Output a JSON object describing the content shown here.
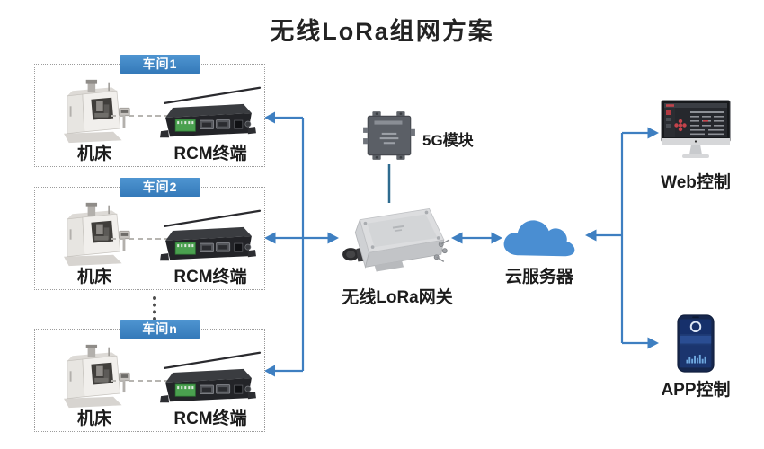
{
  "title": "无线LoRa组网方案",
  "workshops": [
    {
      "label": "车间1",
      "machine": "机床",
      "terminal": "RCM终端"
    },
    {
      "label": "车间2",
      "machine": "机床",
      "terminal": "RCM终端"
    },
    {
      "label": "车间n",
      "machine": "机床",
      "terminal": "RCM终端"
    }
  ],
  "center": {
    "module_label": "5G模块",
    "gateway_label": "无线LoRa网关",
    "cloud_label": "云服务器"
  },
  "right_panel": {
    "web_label": "Web控制",
    "app_label": "APP控制"
  },
  "colors": {
    "arrow_blue": "#3e7fc1",
    "badge_blue": "#3e86c7",
    "cloud_blue": "#4a8ed2",
    "module_line": "#2e6b8f"
  }
}
